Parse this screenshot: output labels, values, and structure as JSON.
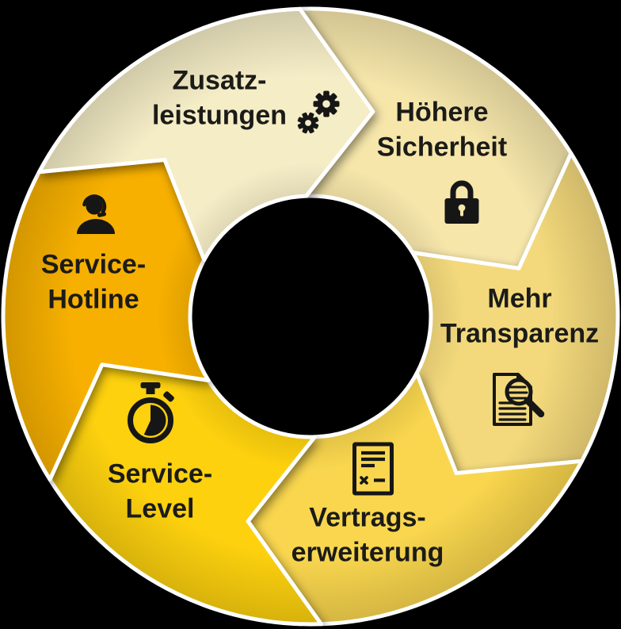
{
  "diagram": {
    "type": "cycle-ring",
    "direction": "clockwise",
    "background_color": "#000000",
    "outline_color": "#ffffff",
    "text_color": "#1b1b18",
    "icon_color": "#161616",
    "segments": [
      {
        "id": "zusatzleistungen",
        "line1": "Zusatz-",
        "line2": "leistungen",
        "color": "#f5edc6",
        "icon": "gears-icon"
      },
      {
        "id": "hoehere-sicherheit",
        "line1": "Höhere",
        "line2": "Sicherheit",
        "color": "#f6e6aa",
        "icon": "lock-icon"
      },
      {
        "id": "mehr-transparenz",
        "line1": "Mehr",
        "line2": "Transparenz",
        "color": "#f3d97b",
        "icon": "document-magnifier-icon"
      },
      {
        "id": "vertragserweiterung",
        "line1": "Vertrags-",
        "line2": "erweiterung",
        "color": "#f9d64e",
        "icon": "contract-icon"
      },
      {
        "id": "service-level",
        "line1": "Service-",
        "line2": "Level",
        "color": "#fdd10e",
        "icon": "stopwatch-icon"
      },
      {
        "id": "service-hotline",
        "line1": "Service-",
        "line2": "Hotline",
        "color": "#f7b000",
        "icon": "headset-person-icon"
      }
    ]
  }
}
